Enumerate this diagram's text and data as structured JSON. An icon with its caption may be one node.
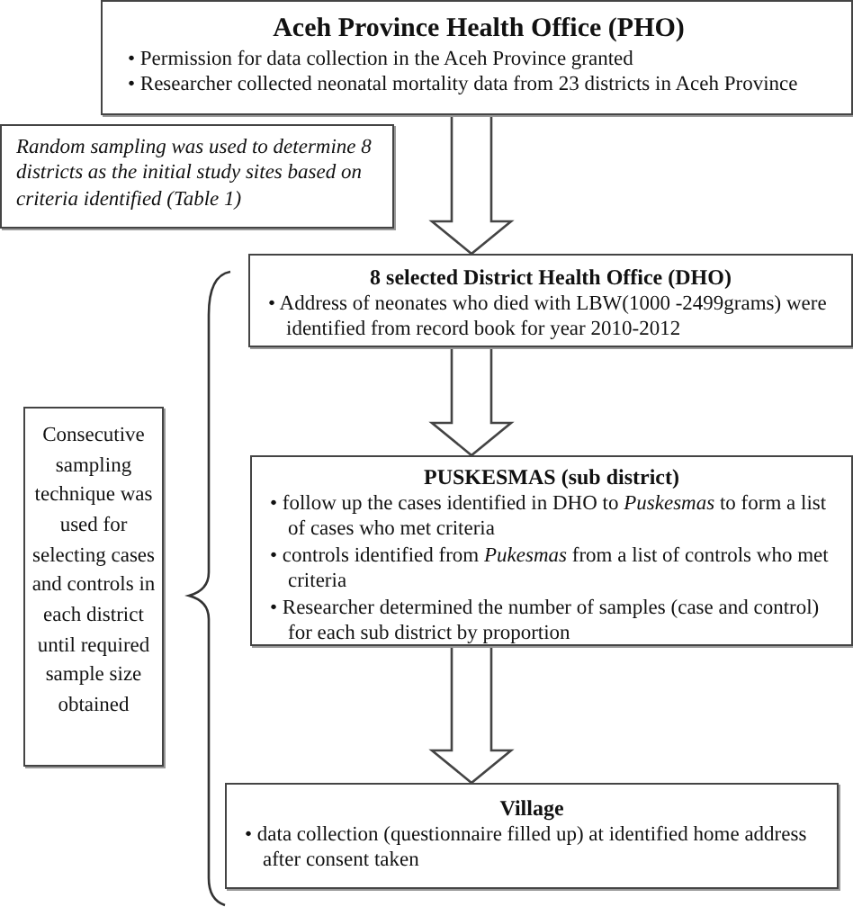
{
  "diagram": {
    "nodes": [
      {
        "text": [
          "Aceh Province Health Office (PHO)",
          "• Permission for data collection in the Aceh Province granted",
          "• Researcher collected neonatal mortality data from 23 districts in Aceh Province"
        ]
      },
      {
        "text": [
          "Random sampling was used to determine 8 districts as the initial study sites based on criteria identified (Table 1)"
        ]
      },
      {
        "text": [
          "8 selected District Health Office (DHO)",
          "• Address of  neonates who died with LBW(1000 -2499grams) were identified from record book for year 2010-2012"
        ]
      },
      {
        "text": [
          "Consecutive sampling technique was used for selecting cases and controls in each district until required sample size obtained"
        ]
      },
      {
        "text": [
          "PUSKESMAS (sub district)",
          "• follow up the cases identified in DHO to *Puskesmas* to form a list of cases who met criteria",
          "• controls identified from *Pukesmas* from a  list of controls who met criteria",
          "• Researcher determined the number of samples (case and control) for each sub district by proportion"
        ]
      },
      {
        "text": [
          "Village",
          "• data collection (questionnaire filled up) at identified home address after consent taken"
        ]
      }
    ],
    "edges": [
      {
        "from": 0,
        "to": 2,
        "arrow": "to"
      },
      {
        "from": 2,
        "to": 4,
        "arrow": "to"
      },
      {
        "from": 4,
        "to": 5,
        "arrow": "to"
      }
    ]
  }
}
